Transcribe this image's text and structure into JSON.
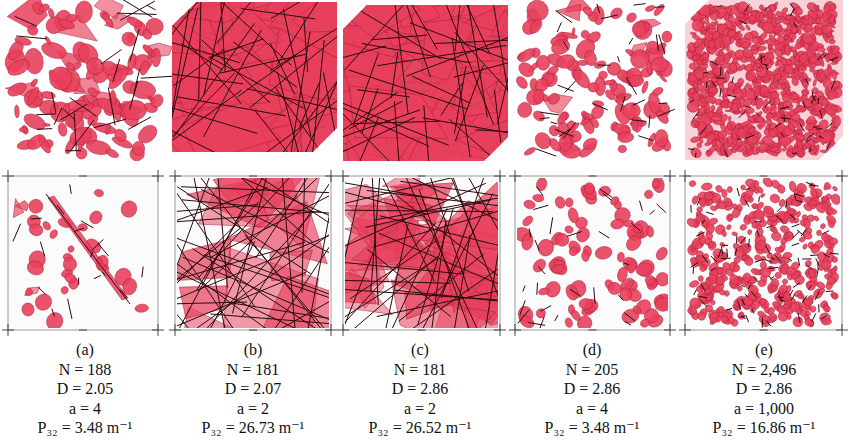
{
  "diagram": {
    "labels": [
      "(a)",
      "N = 188",
      "D = 2.05",
      "a = 4",
      "P₃₂ = 3.48 m⁻¹",
      "(b)",
      "N = 181",
      "D = 2.07",
      "a = 2",
      "P₃₂ = 26.73 m⁻¹",
      "(c)",
      "N = 181",
      "D = 2.86",
      "a = 2",
      "P₃₂ = 26.52 m⁻¹",
      "(d)",
      "N = 205",
      "D = 2.86",
      "a = 4",
      "P₃₂ = 3.48 m⁻¹",
      "(e)",
      "N = 2,496",
      "D = 2.86",
      "a = 1,000",
      "P₃₂ = 16.86 m⁻¹"
    ]
  }
}
